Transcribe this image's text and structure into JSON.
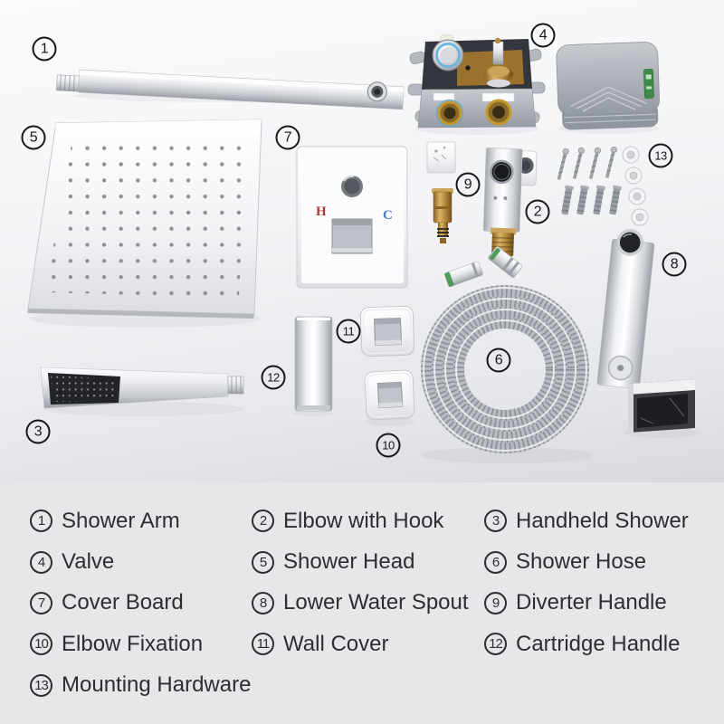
{
  "photo": {
    "callouts": [
      {
        "n": "1"
      },
      {
        "n": "2"
      },
      {
        "n": "3"
      },
      {
        "n": "4"
      },
      {
        "n": "5"
      },
      {
        "n": "6"
      },
      {
        "n": "7"
      },
      {
        "n": "8"
      },
      {
        "n": "9"
      },
      {
        "n": "10"
      },
      {
        "n": "11"
      },
      {
        "n": "12"
      },
      {
        "n": "13"
      }
    ],
    "cover_board": {
      "hot_label": "H",
      "cold_label": "C"
    }
  },
  "legend": {
    "items": [
      {
        "n": "1",
        "label": "Shower Arm"
      },
      {
        "n": "2",
        "label": "Elbow with Hook"
      },
      {
        "n": "3",
        "label": "Handheld Shower"
      },
      {
        "n": "4",
        "label": "Valve"
      },
      {
        "n": "5",
        "label": "Shower Head"
      },
      {
        "n": "6",
        "label": "Shower Hose"
      },
      {
        "n": "7",
        "label": "Cover Board"
      },
      {
        "n": "8",
        "label": "Lower Water Spout"
      },
      {
        "n": "9",
        "label": "Diverter Handle"
      },
      {
        "n": "10",
        "label": "Elbow Fixation"
      },
      {
        "n": "11",
        "label": "Wall Cover"
      },
      {
        "n": "12",
        "label": "Cartridge Handle"
      },
      {
        "n": "13",
        "label": "Mounting Hardware"
      }
    ]
  },
  "colors": {
    "legend_background": "#e7e6e9",
    "text": "#2e2e32",
    "photo_top": "#fbfbfd",
    "photo_bottom": "#d8d8de",
    "hot": "#a83832",
    "cold": "#3f7fc4"
  }
}
